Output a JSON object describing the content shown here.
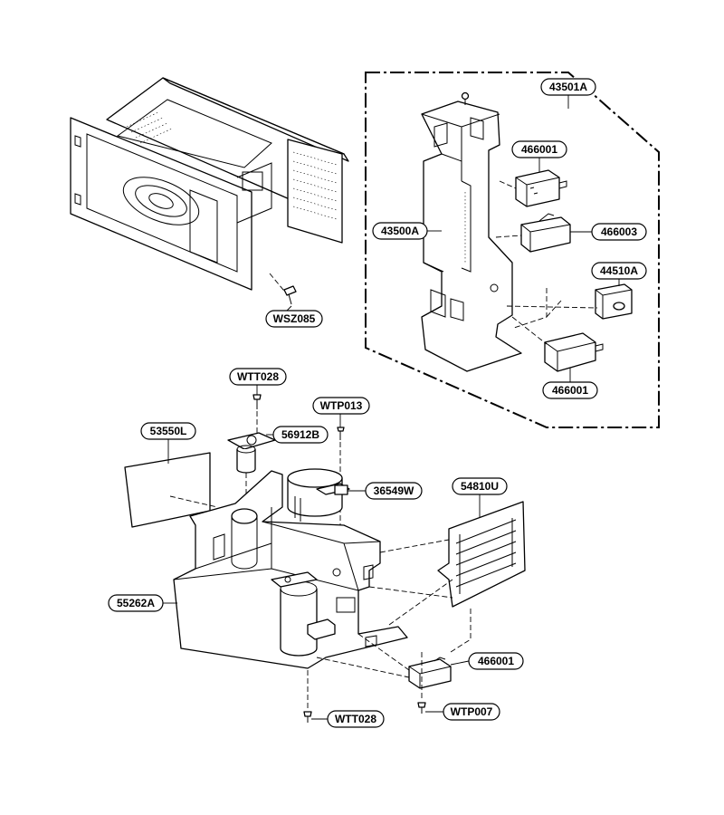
{
  "diagram": {
    "labels": {
      "wsz085": "WSZ085",
      "p43501a": "43501A",
      "p466001_top": "466001",
      "p43500a": "43500A",
      "p466003": "466003",
      "p44510a": "44510A",
      "p466001_mid": "466001",
      "wtt028_top": "WTT028",
      "wtp013": "WTP013",
      "p53550l": "53550L",
      "p56912b": "56912B",
      "p36549w": "36549W",
      "p54810u": "54810U",
      "p55262a": "55262A",
      "p466001_bot": "466001",
      "wtp007": "WTP007",
      "wtt028_bot": "WTT028"
    }
  }
}
